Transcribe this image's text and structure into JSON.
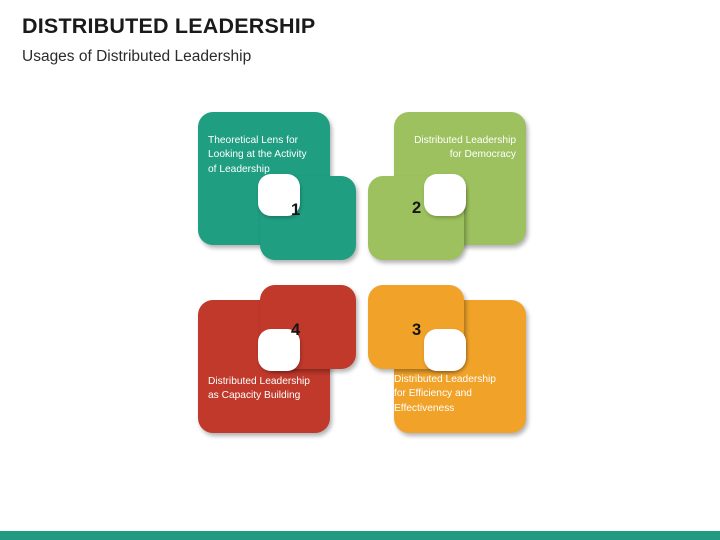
{
  "slide": {
    "title": "DISTRIBUTED LEADERSHIP",
    "subtitle": "Usages of Distributed Leadership",
    "background_color": "#ffffff",
    "accent_bar_color": "#219a82"
  },
  "diagram": {
    "type": "four-step-interlocking-blocks",
    "cards": [
      {
        "number": "1",
        "text": "Theoretical Lens for\nLooking at the Activity\nof Leadership",
        "color": "#1f9e82",
        "position": "top-left",
        "text_align": "left",
        "number_position": "bottom-right"
      },
      {
        "number": "2",
        "text": "Distributed Leadership\nfor Democracy",
        "color": "#9cc15e",
        "position": "top-right",
        "text_align": "right",
        "number_position": "bottom-left"
      },
      {
        "number": "3",
        "text": "Distributed Leadership\nfor Efficiency and\nEffectiveness",
        "color": "#f0a229",
        "position": "bottom-right",
        "text_align": "left",
        "number_position": "top-left"
      },
      {
        "number": "4",
        "text": "Distributed Leadership\nas Capacity Building",
        "color": "#c0392b",
        "position": "bottom-left",
        "text_align": "left",
        "number_position": "top-right"
      }
    ]
  }
}
